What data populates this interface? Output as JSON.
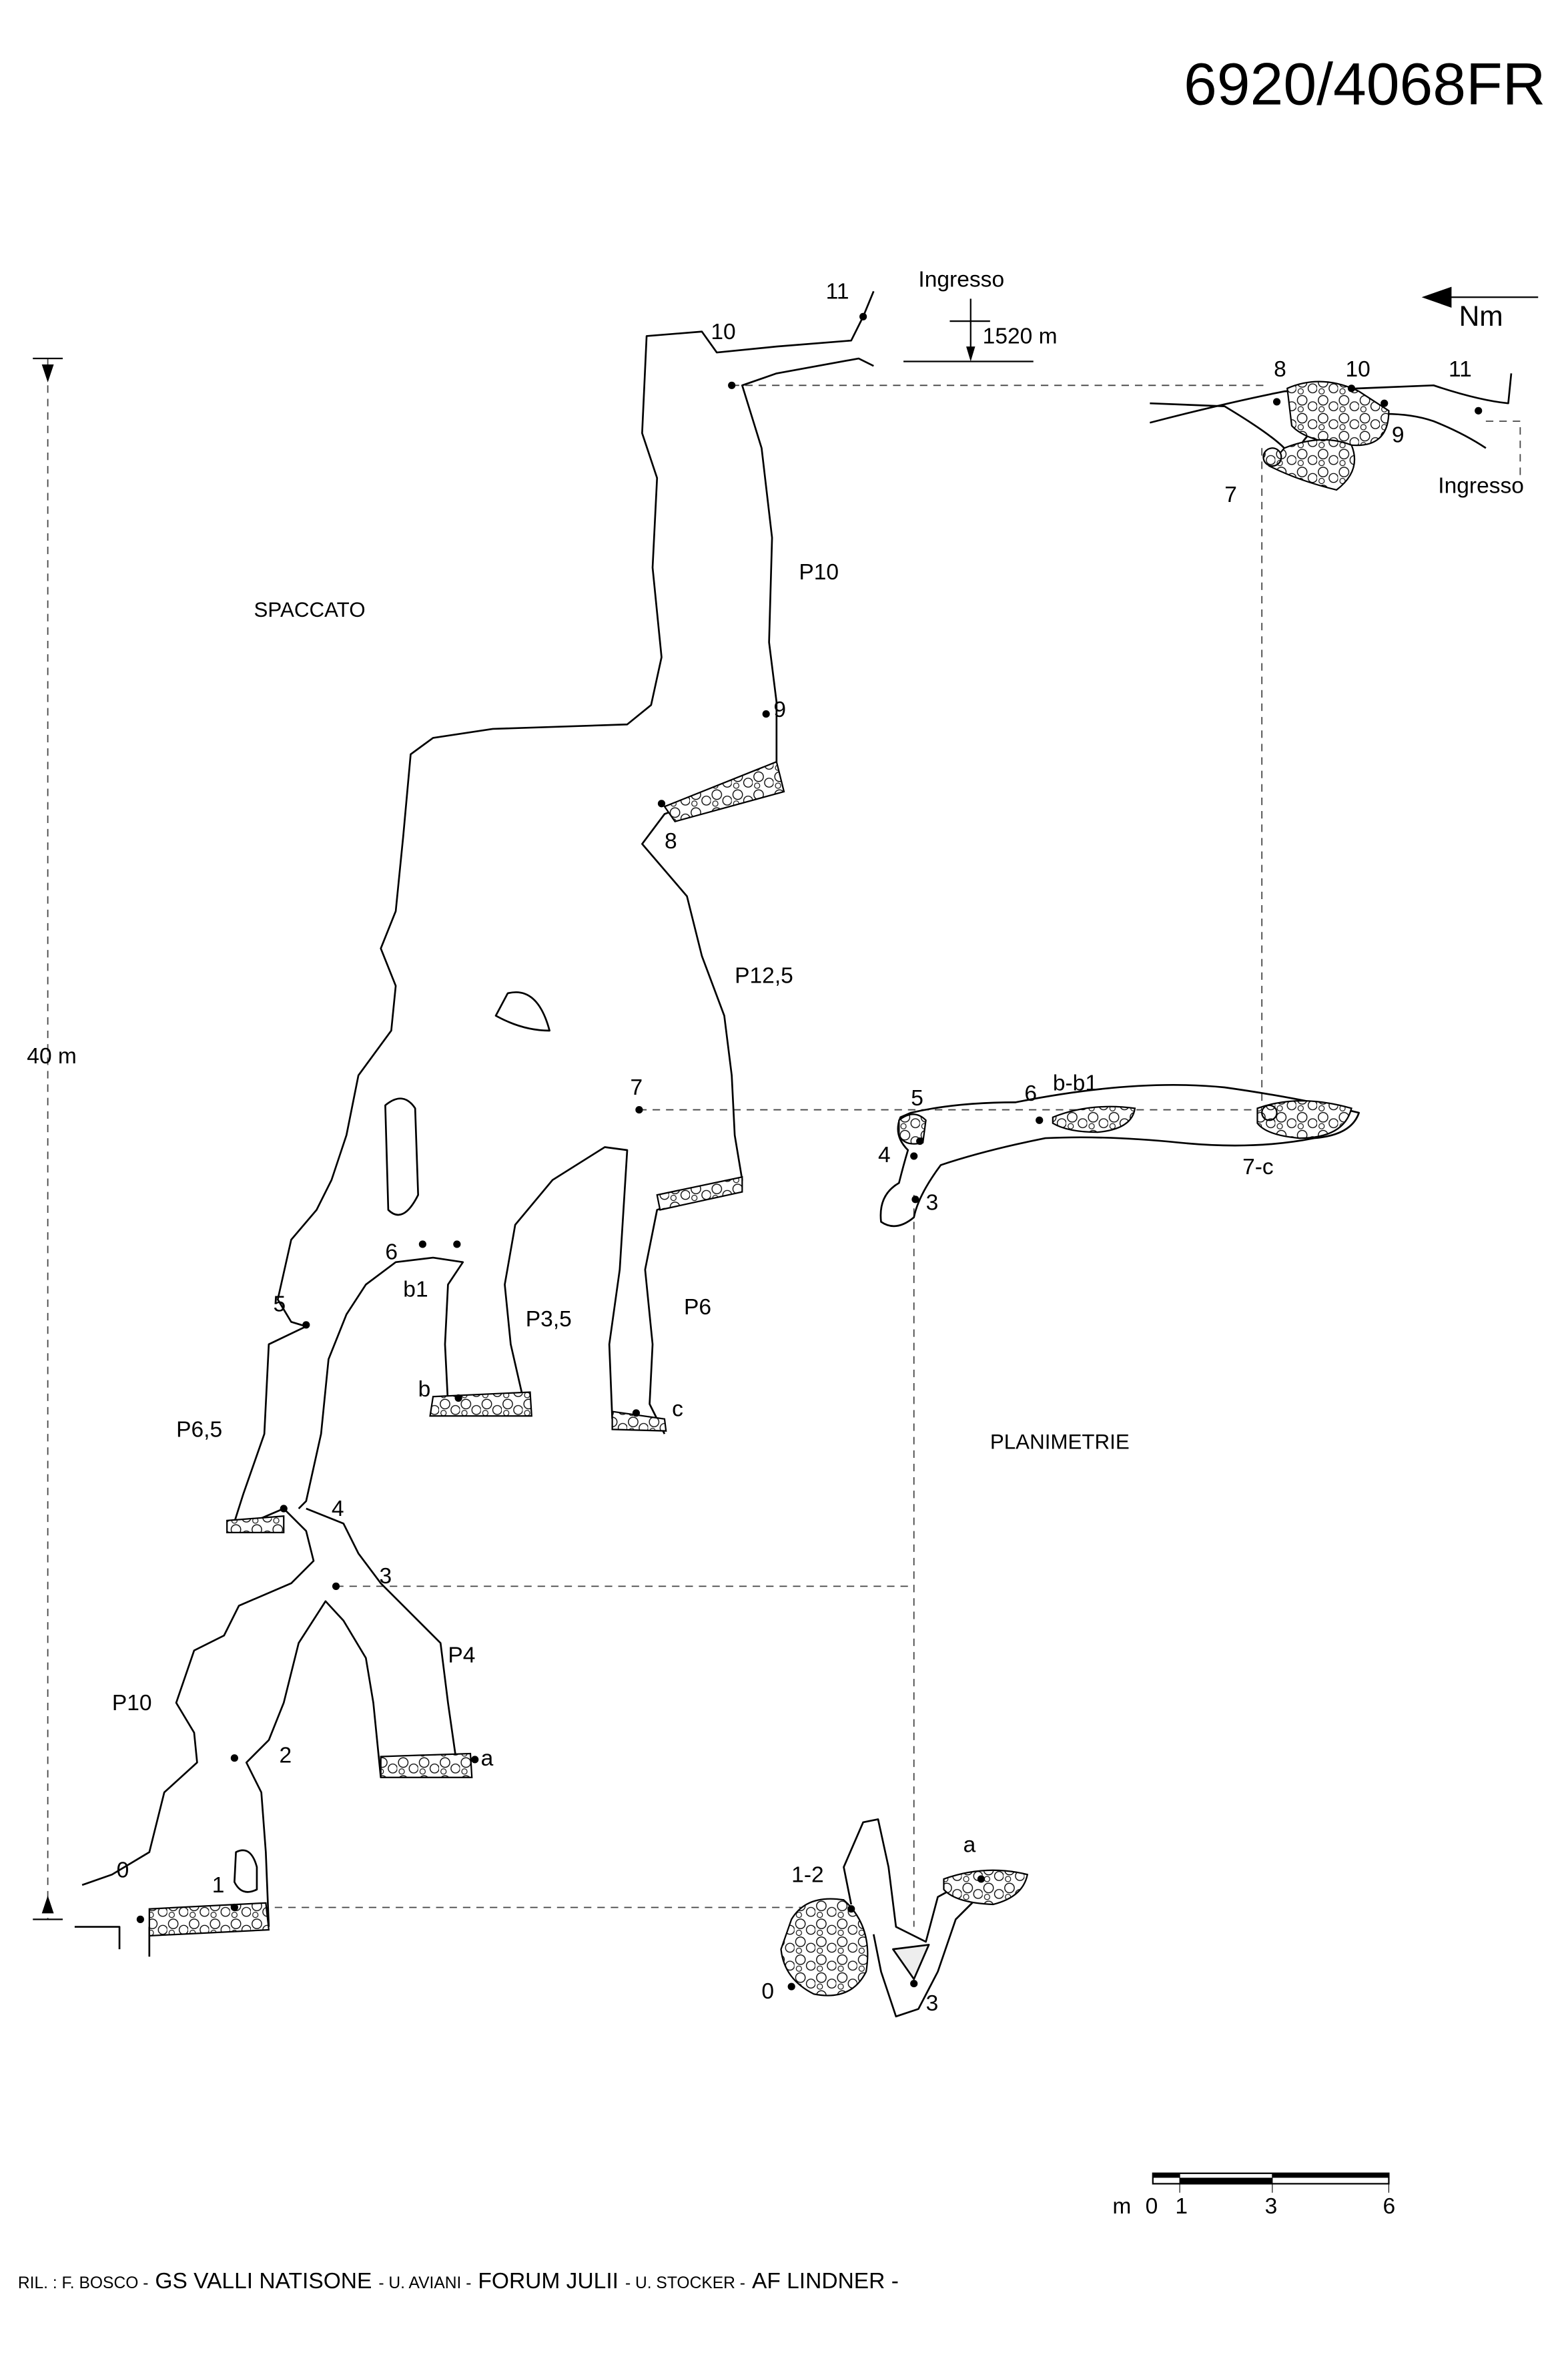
{
  "title": "6920/4068FR",
  "north_label": "Nm",
  "entrance": {
    "label": "Ingresso",
    "altitude": "1520 m"
  },
  "section": {
    "title": "SPACCATO",
    "height_label": "40 m",
    "stations": [
      "0",
      "1",
      "2",
      "3",
      "4",
      "5",
      "6",
      "b1",
      "b",
      "7",
      "8",
      "9",
      "10",
      "11",
      "a",
      "c"
    ],
    "pitches": [
      "P10",
      "P12,5",
      "P3,5",
      "P6",
      "P6,5",
      "P4",
      "P10"
    ]
  },
  "plan": {
    "title": "PLANIMETRIE",
    "top": {
      "stations": [
        "8",
        "10",
        "11",
        "9",
        "7"
      ],
      "entrance": "Ingresso"
    },
    "middle": {
      "stations": [
        "5",
        "6",
        "b-b1",
        "4",
        "3",
        "7-c"
      ]
    },
    "bottom": {
      "stations": [
        "a",
        "1-2",
        "0",
        "3"
      ]
    }
  },
  "scale_bar": {
    "unit": "m",
    "ticks": [
      "0",
      "1",
      "3",
      "6"
    ]
  },
  "credits": {
    "prefix": "RIL. : F. BOSCO -",
    "g1": "GS VALLI NATISONE",
    "s1": "- U. AVIANI -",
    "g2": "FORUM JULII",
    "s2": "- U. STOCKER -",
    "g3": "AF LINDNER -"
  }
}
